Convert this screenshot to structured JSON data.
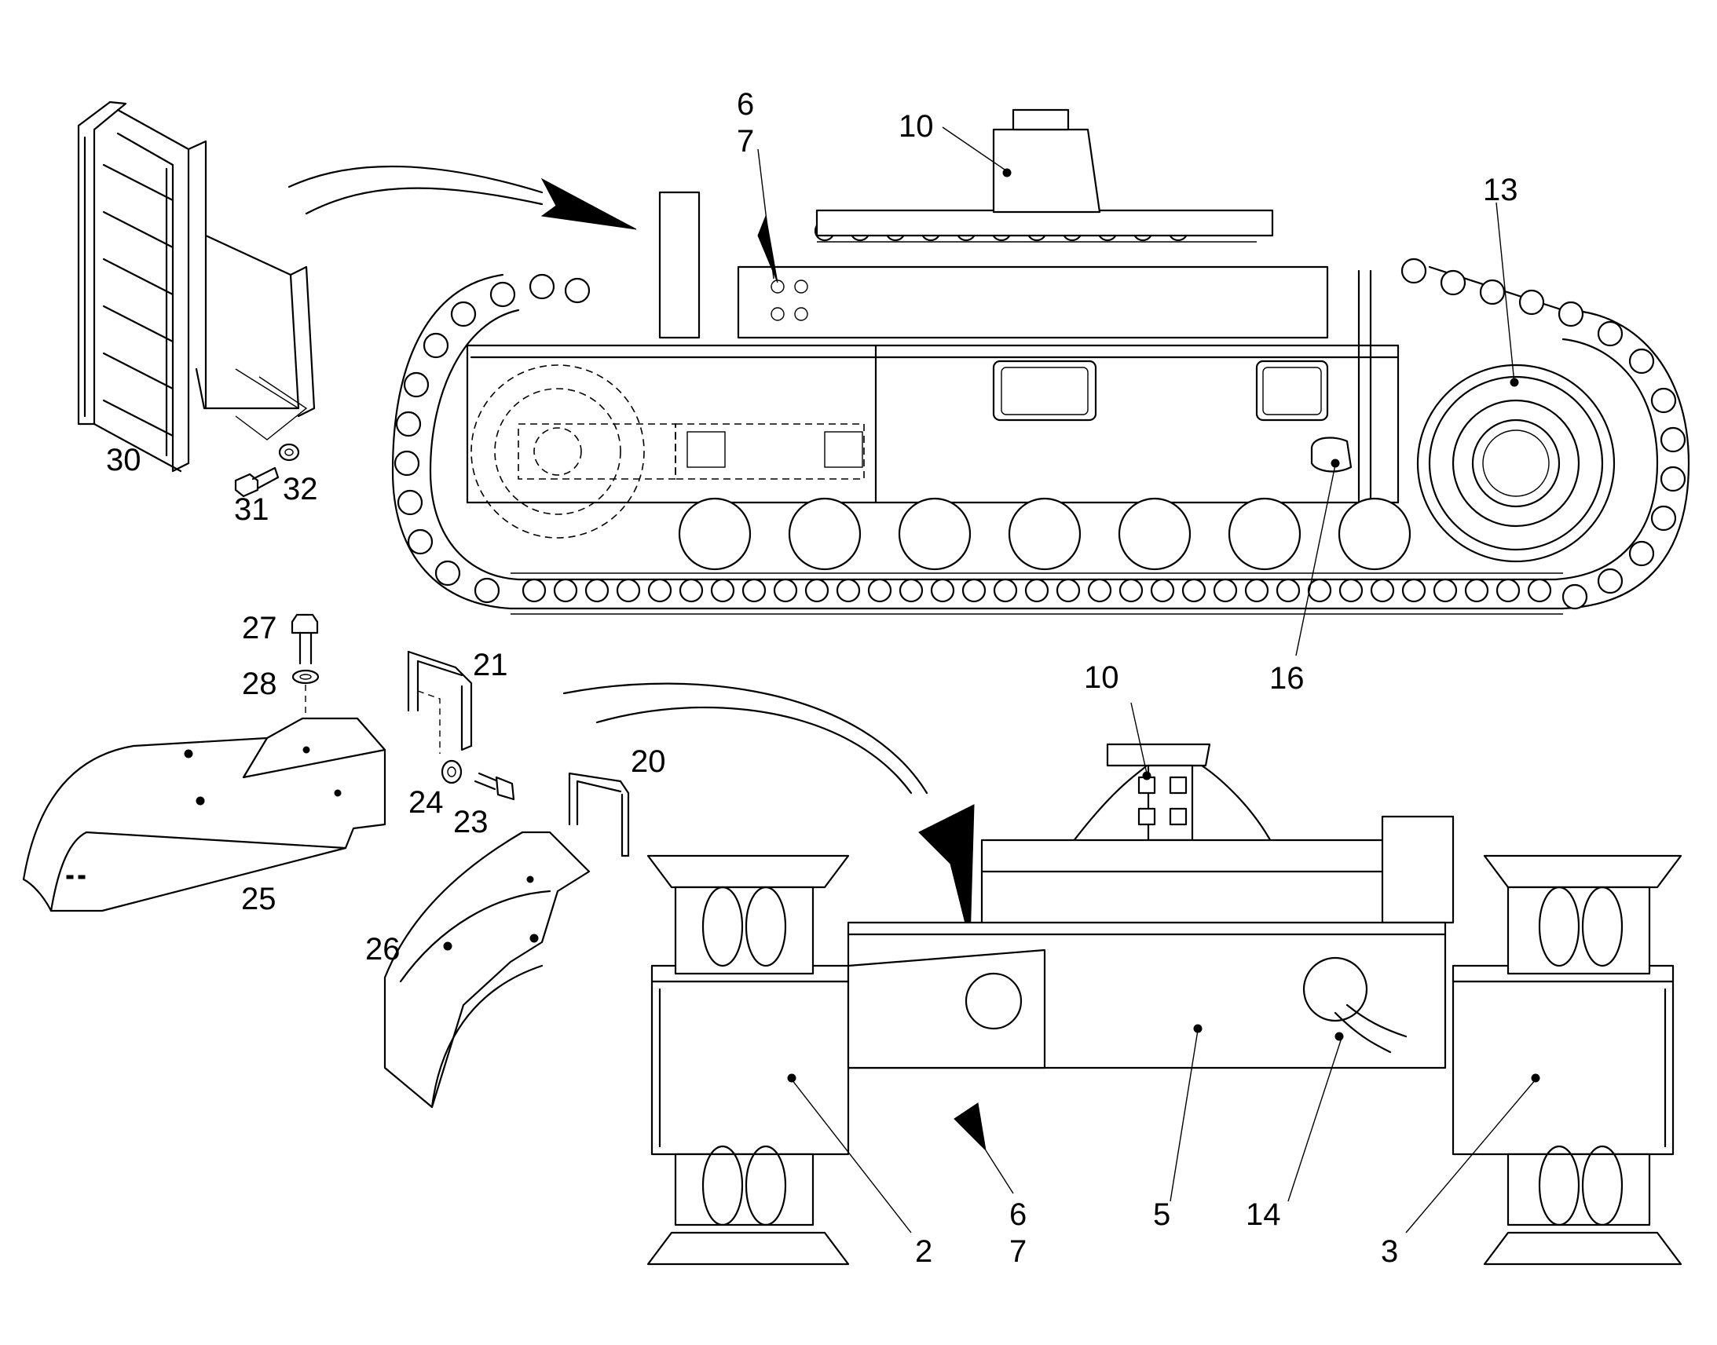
{
  "callouts": [
    {
      "id": "c-30",
      "text": "30"
    },
    {
      "id": "c-31",
      "text": "31"
    },
    {
      "id": "c-32",
      "text": "32"
    },
    {
      "id": "c-6-top",
      "text": "6"
    },
    {
      "id": "c-7-top",
      "text": "7"
    },
    {
      "id": "c-10-top",
      "text": "10"
    },
    {
      "id": "c-13",
      "text": "13"
    },
    {
      "id": "c-16",
      "text": "16"
    },
    {
      "id": "c-27",
      "text": "27"
    },
    {
      "id": "c-28",
      "text": "28"
    },
    {
      "id": "c-21",
      "text": "21"
    },
    {
      "id": "c-20",
      "text": "20"
    },
    {
      "id": "c-24",
      "text": "24"
    },
    {
      "id": "c-23",
      "text": "23"
    },
    {
      "id": "c-25",
      "text": "25"
    },
    {
      "id": "c-26",
      "text": "26"
    },
    {
      "id": "c-10-bottom",
      "text": "10"
    },
    {
      "id": "c-2",
      "text": "2"
    },
    {
      "id": "c-6-bottom",
      "text": "6"
    },
    {
      "id": "c-7-bottom",
      "text": "7"
    },
    {
      "id": "c-5",
      "text": "5"
    },
    {
      "id": "c-14",
      "text": "14"
    },
    {
      "id": "c-3",
      "text": "3"
    }
  ]
}
